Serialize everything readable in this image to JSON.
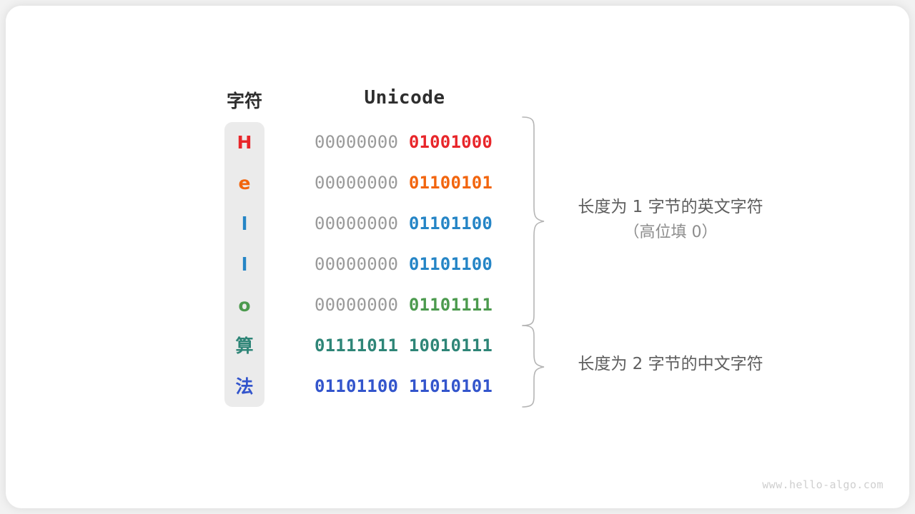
{
  "figure": {
    "headers": {
      "character": "字符",
      "unicode": "Unicode"
    },
    "rows": [
      {
        "char": "H",
        "char_color": "#e8262a",
        "pad": "00000000 ",
        "value": "01001000",
        "value_color": "#e8262a"
      },
      {
        "char": "e",
        "char_color": "#f2650e",
        "pad": "00000000 ",
        "value": "01100101",
        "value_color": "#f2650e"
      },
      {
        "char": "l",
        "char_color": "#2585c6",
        "pad": "00000000 ",
        "value": "01101100",
        "value_color": "#2585c6"
      },
      {
        "char": "l",
        "char_color": "#2585c6",
        "pad": "00000000 ",
        "value": "01101100",
        "value_color": "#2585c6"
      },
      {
        "char": "o",
        "char_color": "#4c9a4e",
        "pad": "00000000 ",
        "value": "01101111",
        "value_color": "#4c9a4e"
      },
      {
        "char": "算",
        "char_color": "#2e8577",
        "pad": "",
        "value": "01111011 10010111",
        "value_color": "#2e8577"
      },
      {
        "char": "法",
        "char_color": "#3355cc",
        "pad": "",
        "value": "01101100 11010101",
        "value_color": "#3355cc"
      }
    ],
    "annotations": [
      {
        "line1": "长度为 1 字节的英文字符",
        "line2": "（高位填 0）"
      },
      {
        "line1": "长度为 2 字节的中文字符",
        "line2": ""
      }
    ],
    "watermark": "www.hello-algo.com",
    "colors": {
      "page_background": "#f2f2f2",
      "card_background": "#ffffff",
      "char_column_background": "#ebebeb",
      "pad_text": "#9a9a9a",
      "header_text": "#2e2e2e",
      "annotation_text": "#5e5e5e",
      "brace_stroke": "#b5b5b5",
      "watermark_text": "#cfcfcf"
    }
  }
}
